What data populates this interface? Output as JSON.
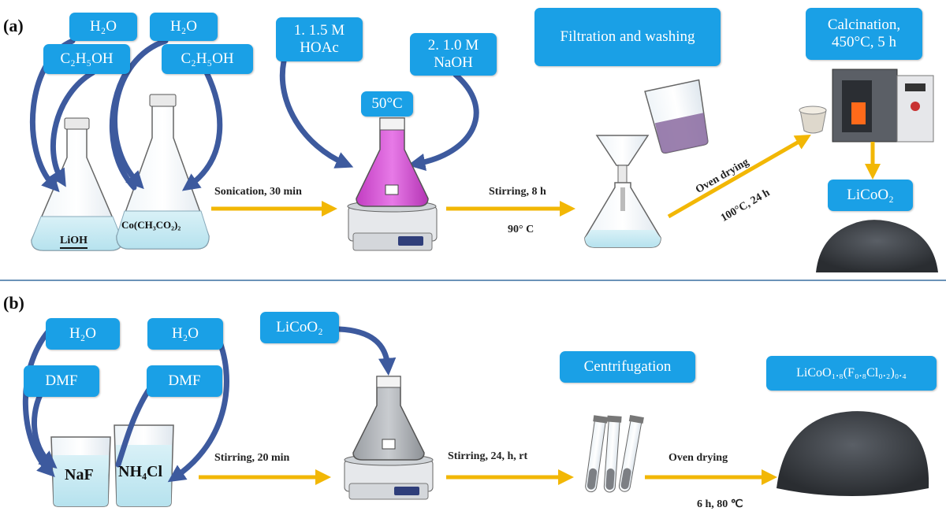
{
  "panel_a": {
    "label": "(a)",
    "boxes": {
      "h2o_left": "H₂O",
      "c2h5oh_left": "C₂H₅OH",
      "h2o_right": "H₂O",
      "c2h5oh_right": "C₂H₅OH",
      "hoac": [
        "1. 1.5 M",
        "HOAc"
      ],
      "naoh": [
        "2. 1.0 M",
        "NaOH"
      ],
      "temp_50": "50°C",
      "filtration": "Filtration and washing",
      "calcination": [
        "Calcination,",
        "450°C, 5 h"
      ],
      "licoo2": "LiCoO₂"
    },
    "flask_labels": {
      "lioh": "LiOH",
      "co_acetate": "Co(CH₃CO₂)₂"
    },
    "steps": {
      "sonication": "Sonication, 30 min",
      "stirring": "Stirring, 8 h",
      "stirring_temp": "90° C",
      "oven": "Oven drying",
      "oven_cond": "100°C, 24 h"
    }
  },
  "panel_b": {
    "label": "(b)",
    "boxes": {
      "h2o_left": "H₂O",
      "dmf_left": "DMF",
      "h2o_right": "H₂O",
      "dmf_right": "DMF",
      "licoo2": "LiCoO₂",
      "centrifugation": "Centrifugation",
      "product": "LiCoO₁.₈(F₀.₈Cl₀.₂)₀.₄"
    },
    "beaker_labels": {
      "naf": "NaF",
      "nh4cl": "NH₄Cl"
    },
    "steps": {
      "stirring_20": "Stirring, 20 min",
      "stirring_24": "Stirring, 24, h, rt",
      "oven": "Oven drying",
      "oven_cond": "6 h, 80 ℃"
    }
  },
  "colors": {
    "box_blue": "#1aa0e6",
    "arrow_navy": "#3d5a9e",
    "arrow_gold": "#f2b705",
    "solution_magenta": "#d64fd6",
    "divider": "#6b93b8"
  }
}
